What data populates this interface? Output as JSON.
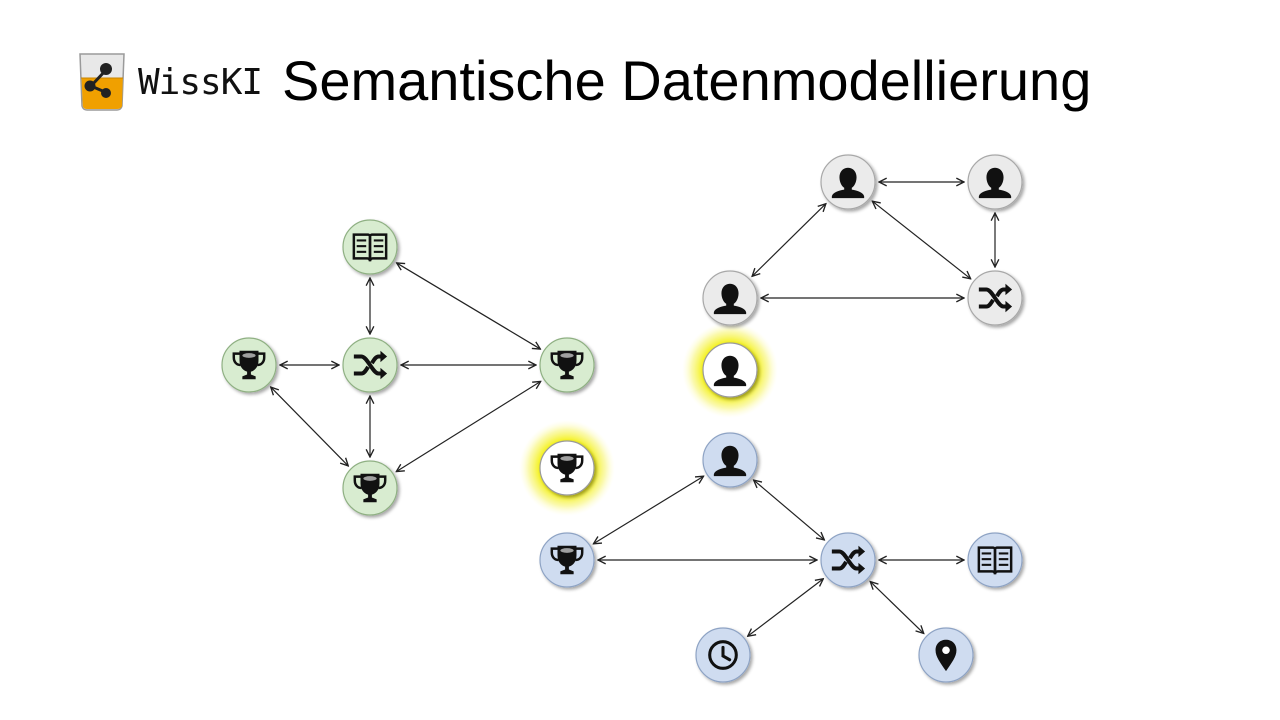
{
  "logo": {
    "text": "WissKI"
  },
  "page_title": "Semantische Datenmodellierung",
  "colors": {
    "green_fill": "#d8ecd0",
    "grey_fill": "#ebebeb",
    "blue_fill": "#cfdcf0",
    "highlight_fill": "#ffffff",
    "glow": "#f3f000",
    "edge": "#222222",
    "logo_orange": "#f0a000"
  },
  "clusters": [
    {
      "name": "green",
      "fill": "#d8ecd0",
      "stroke": "#8fb083",
      "nodes": [
        {
          "id": "g_book",
          "icon": "book-icon"
        },
        {
          "id": "g_trophy_left",
          "icon": "trophy-icon"
        },
        {
          "id": "g_shuffle",
          "icon": "shuffle-icon"
        },
        {
          "id": "g_trophy_right",
          "icon": "trophy-icon"
        },
        {
          "id": "g_trophy_bottom",
          "icon": "trophy-icon"
        }
      ],
      "edges": [
        [
          "g_book",
          "g_shuffle"
        ],
        [
          "g_book",
          "g_trophy_right"
        ],
        [
          "g_trophy_left",
          "g_shuffle"
        ],
        [
          "g_shuffle",
          "g_trophy_right"
        ],
        [
          "g_shuffle",
          "g_trophy_bottom"
        ],
        [
          "g_trophy_left",
          "g_trophy_bottom"
        ],
        [
          "g_trophy_right",
          "g_trophy_bottom"
        ]
      ]
    },
    {
      "name": "grey",
      "fill": "#ebebeb",
      "stroke": "#a8a8a8",
      "nodes": [
        {
          "id": "p_top_left",
          "icon": "person-icon"
        },
        {
          "id": "p_top_right",
          "icon": "person-icon"
        },
        {
          "id": "p_left",
          "icon": "person-icon"
        },
        {
          "id": "p_shuffle",
          "icon": "shuffle-icon"
        }
      ],
      "edges": [
        [
          "p_top_left",
          "p_top_right"
        ],
        [
          "p_top_left",
          "p_left"
        ],
        [
          "p_top_left",
          "p_shuffle"
        ],
        [
          "p_top_right",
          "p_shuffle"
        ],
        [
          "p_left",
          "p_shuffle"
        ]
      ]
    },
    {
      "name": "blue",
      "fill": "#cfdcf0",
      "stroke": "#8ea3c4",
      "nodes": [
        {
          "id": "b_person",
          "icon": "person-icon"
        },
        {
          "id": "b_trophy",
          "icon": "trophy-icon"
        },
        {
          "id": "b_shuffle",
          "icon": "shuffle-icon"
        },
        {
          "id": "b_book",
          "icon": "book-icon"
        },
        {
          "id": "b_clock",
          "icon": "clock-icon"
        },
        {
          "id": "b_pin",
          "icon": "location-pin-icon"
        }
      ],
      "edges": [
        [
          "b_person",
          "b_trophy"
        ],
        [
          "b_person",
          "b_shuffle"
        ],
        [
          "b_trophy",
          "b_shuffle"
        ],
        [
          "b_shuffle",
          "b_book"
        ],
        [
          "b_shuffle",
          "b_clock"
        ],
        [
          "b_shuffle",
          "b_pin"
        ]
      ]
    }
  ],
  "highlighted_nodes": [
    {
      "id": "h_person",
      "icon": "person-icon"
    },
    {
      "id": "h_trophy",
      "icon": "trophy-icon"
    }
  ]
}
